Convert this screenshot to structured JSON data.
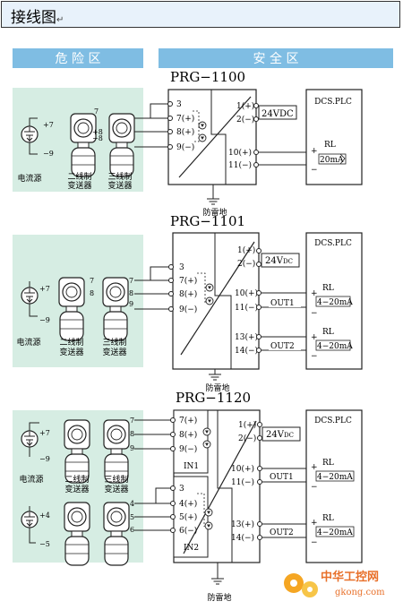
{
  "page_title": "接线图",
  "title_mark": "↵",
  "zones": {
    "danger": "危 险 区",
    "safe": "安   全   区"
  },
  "common": {
    "current_source": "电流源",
    "two_wire_line1": "二线制",
    "two_wire_line2": "变送器",
    "three_wire_line1": "三线制",
    "three_wire_line2": "变送器",
    "lightning_ground": "防雷地",
    "dcs": "DCS.PLC",
    "rl": "RL",
    "plus": "+",
    "minus": "−",
    "supply_24v": "24VDC",
    "supply_24v_short": "24V",
    "supply_dc": "DC"
  },
  "models": [
    {
      "name": "PRG−1100",
      "term_in": [
        "3",
        "7(+)",
        "8(+)",
        "9(−)"
      ],
      "term_pwr": [
        "1(+)",
        "2(−)"
      ],
      "term_out": [
        "10(+)",
        "11(−)"
      ],
      "out_range": "20mA",
      "field_nums": [
        "+7",
        "−9",
        "7",
        "+8",
        "−8"
      ]
    },
    {
      "name": "PRG−1101",
      "term_in": [
        "3",
        "7(+)",
        "8(+)",
        "9(−)"
      ],
      "term_pwr": [
        "1(+)",
        "2(−)"
      ],
      "term_out1": [
        "10(+)",
        "11(−)"
      ],
      "term_out2": [
        "13(+)",
        "14(−)"
      ],
      "out1": "OUT1",
      "out2": "OUT2",
      "out_range": "4−20mA",
      "field_nums": [
        "+7",
        "−9",
        "7",
        "8",
        "9"
      ]
    },
    {
      "name": "PRG−1120",
      "term_in1": [
        "7(+)",
        "8(+)",
        "9(−)"
      ],
      "term_in2": [
        "3",
        "4(+)",
        "5(+)",
        "6(−)"
      ],
      "term_pwr": [
        "1(+)",
        "2(−)"
      ],
      "term_out1": [
        "10(+)",
        "11(−)"
      ],
      "term_out2": [
        "13(+)",
        "14(−)"
      ],
      "in1": "IN1",
      "in2": "IN2",
      "out1": "OUT1",
      "out2": "OUT2",
      "out_range": "4−20mA",
      "field_nums1": [
        "+7",
        "−9",
        "7",
        "8",
        "9"
      ],
      "field_nums2": [
        "+4",
        "−5",
        "4",
        "5",
        "6"
      ]
    }
  ],
  "watermark": {
    "main": "中华工控网",
    "url": "gkong.com"
  }
}
